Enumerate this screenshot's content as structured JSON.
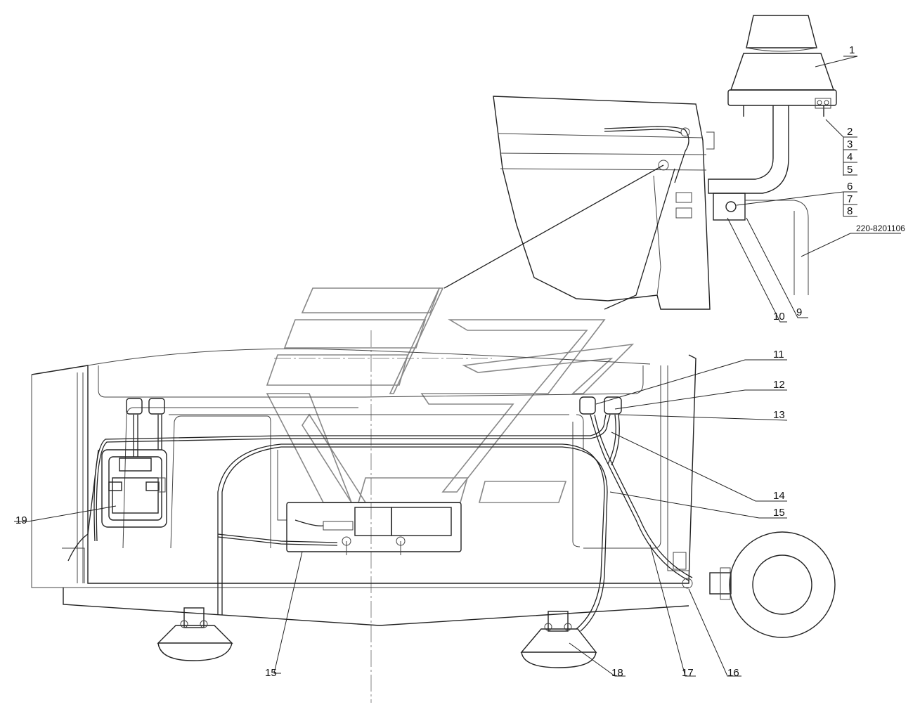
{
  "callouts": [
    {
      "id": "c1",
      "text": "1"
    },
    {
      "id": "c2",
      "text": "2"
    },
    {
      "id": "c3",
      "text": "3"
    },
    {
      "id": "c4",
      "text": "4"
    },
    {
      "id": "c5",
      "text": "5"
    },
    {
      "id": "c6",
      "text": "6"
    },
    {
      "id": "c7",
      "text": "7"
    },
    {
      "id": "c8",
      "text": "8"
    },
    {
      "id": "c9",
      "text": "9"
    },
    {
      "id": "c10",
      "text": "10"
    },
    {
      "id": "c11",
      "text": "11"
    },
    {
      "id": "c12",
      "text": "12"
    },
    {
      "id": "c13",
      "text": "13"
    },
    {
      "id": "c14",
      "text": "14"
    },
    {
      "id": "c15a",
      "text": "15"
    },
    {
      "id": "c15b",
      "text": "15"
    },
    {
      "id": "c16",
      "text": "16"
    },
    {
      "id": "c17",
      "text": "17"
    },
    {
      "id": "c18",
      "text": "18"
    },
    {
      "id": "c19",
      "text": "19"
    },
    {
      "id": "ref",
      "text": "220-8201106"
    }
  ]
}
